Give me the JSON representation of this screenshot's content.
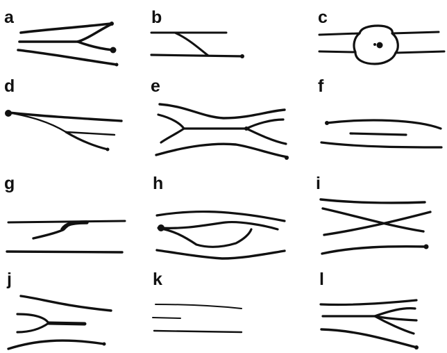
{
  "figure": {
    "ink_color": "#111111",
    "background": "#ffffff",
    "panels": [
      {
        "id": "a",
        "label": "a"
      },
      {
        "id": "b",
        "label": "b"
      },
      {
        "id": "c",
        "label": "c"
      },
      {
        "id": "d",
        "label": "d"
      },
      {
        "id": "e",
        "label": "e"
      },
      {
        "id": "f",
        "label": "f"
      },
      {
        "id": "g",
        "label": "g"
      },
      {
        "id": "h",
        "label": "h"
      },
      {
        "id": "i",
        "label": "i"
      },
      {
        "id": "j",
        "label": "j"
      },
      {
        "id": "k",
        "label": "k"
      },
      {
        "id": "l",
        "label": "l"
      }
    ]
  }
}
